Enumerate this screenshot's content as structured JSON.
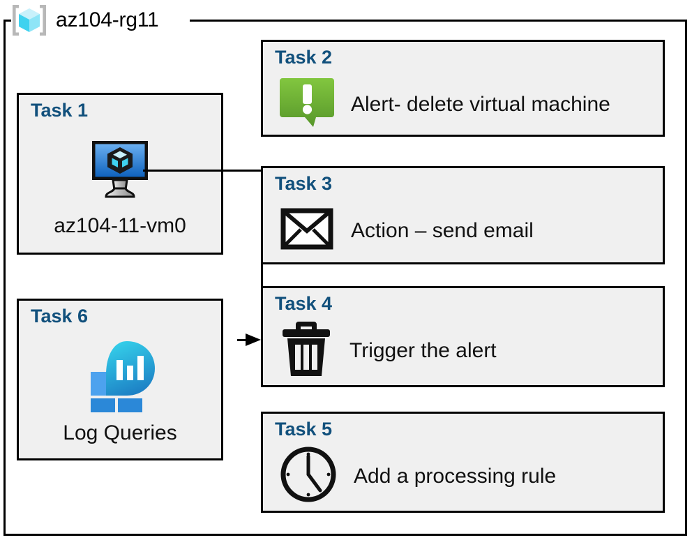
{
  "resource_group": {
    "name": "az104-rg11",
    "icon": "resource-group-cube-icon"
  },
  "colors": {
    "task_label": "#11507c",
    "card_fill": "#f0f0f0",
    "card_border": "#000000",
    "alert_green_light": "#7ec342",
    "alert_green_dark": "#5c9e28",
    "vm_blue_light": "#5ea6ec",
    "vm_blue_dark": "#1565c0",
    "log_blue": "#2b88d8",
    "log_teal": "#29c7e0",
    "rg_cube_cyan": "#9fe8f7"
  },
  "cards": [
    {
      "id": "task-1",
      "label": "Task 1",
      "caption": "az104-11-vm0",
      "icon": "virtual-machine-icon",
      "column": "left"
    },
    {
      "id": "task-2",
      "label": "Task 2",
      "caption": "Alert- delete virtual machine",
      "icon": "alert-exclamation-icon",
      "column": "right"
    },
    {
      "id": "task-3",
      "label": "Task 3",
      "caption": "Action – send email",
      "icon": "envelope-icon",
      "column": "right"
    },
    {
      "id": "task-4",
      "label": "Task 4",
      "caption": "Trigger the alert",
      "icon": "trash-can-icon",
      "column": "right"
    },
    {
      "id": "task-5",
      "label": "Task 5",
      "caption": "Add a processing rule",
      "icon": "clock-icon",
      "column": "right"
    },
    {
      "id": "task-6",
      "label": "Task 6",
      "caption": "Log Queries",
      "icon": "log-analytics-icon",
      "column": "left"
    }
  ],
  "connector": {
    "from": "task-1",
    "to": "task-4",
    "arrow": "arrowhead-right"
  }
}
